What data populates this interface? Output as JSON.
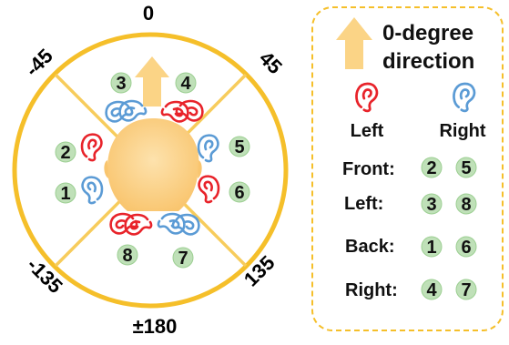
{
  "angles": {
    "top": "0",
    "top_left": "-45",
    "top_right": "45",
    "bottom_left": "-135",
    "bottom_right": "135",
    "bottom": "±180"
  },
  "ear_numbers": [
    "1",
    "2",
    "3",
    "4",
    "5",
    "6",
    "7",
    "8"
  ],
  "legend": {
    "direction_title_line1": "0-degree",
    "direction_title_line2": "direction",
    "left_label": "Left",
    "right_label": "Right",
    "rows": [
      {
        "label": "Front:",
        "left": "2",
        "right": "5"
      },
      {
        "label": "Left:",
        "left": "3",
        "right": "8"
      },
      {
        "label": "Back:",
        "left": "1",
        "right": "6"
      },
      {
        "label": "Right:",
        "left": "4",
        "right": "7"
      }
    ]
  },
  "colors": {
    "ring": "#f5bf2a",
    "arrow": "#fbd486",
    "head": "#fccf87",
    "left_ear": "#e8232a",
    "right_ear": "#5b9bd5",
    "number_badge": "#bfe0b8",
    "legend_border": "#f5bf2a"
  },
  "icons": [
    "arrow-up-icon",
    "left-ear-icon",
    "right-ear-icon",
    "head-icon"
  ]
}
